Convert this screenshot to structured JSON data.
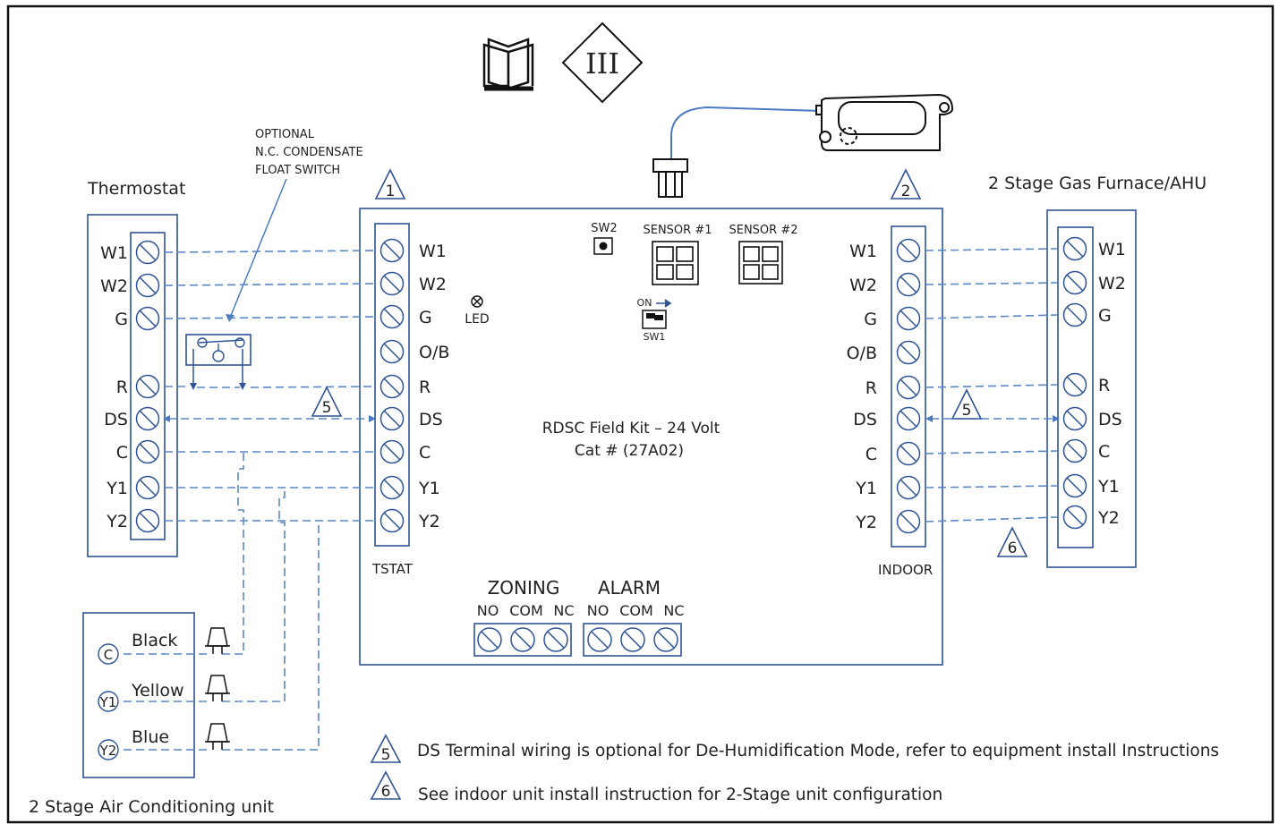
{
  "optional_switch": [
    "OPTIONAL",
    "N.C. CONDENSATE",
    "FLOAT SWITCH"
  ],
  "thermostat": {
    "title": "Thermostat",
    "terminals": [
      "W1",
      "W2",
      "G",
      "R",
      "DS",
      "C",
      "Y1",
      "Y2"
    ]
  },
  "tstat_block": {
    "label": "TSTAT",
    "terminals": [
      "W1",
      "W2",
      "G",
      "O/B",
      "R",
      "DS",
      "C",
      "Y1",
      "Y2"
    ]
  },
  "indoor_block": {
    "label": "INDOOR",
    "terminals": [
      "W1",
      "W2",
      "G",
      "O/B",
      "R",
      "DS",
      "C",
      "Y1",
      "Y2"
    ]
  },
  "furnace": {
    "title": "2 Stage Gas Furnace/AHU",
    "terminals": [
      "W1",
      "W2",
      "G",
      "R",
      "DS",
      "C",
      "Y1",
      "Y2"
    ]
  },
  "board": {
    "title_line1": "RDSC Field Kit – 24 Volt",
    "title_line2": "Cat # (27A02)",
    "sw2": "SW2",
    "sensor1": "SENSOR #1",
    "sensor2": "SENSOR #2",
    "led": "LED",
    "on": "ON",
    "sw1": "SW1"
  },
  "zoning": {
    "title": "ZONING",
    "contacts": [
      "NO",
      "COM",
      "NC"
    ]
  },
  "alarm": {
    "title": "ALARM",
    "contacts": [
      "NO",
      "COM",
      "NC"
    ]
  },
  "ac_unit": {
    "title": "2 Stage Air Conditioning unit",
    "connections": [
      {
        "terminal": "C",
        "wire": "Black"
      },
      {
        "terminal": "Y1",
        "wire": "Yellow"
      },
      {
        "terminal": "Y2",
        "wire": "Blue"
      }
    ]
  },
  "header_symbol": "III",
  "markers": {
    "m1": "1",
    "m2": "2",
    "m5": "5",
    "m6": "6"
  },
  "notes": [
    {
      "marker": "5",
      "text": "DS Terminal wiring is optional for De-Humidification Mode, refer to equipment install Instructions"
    },
    {
      "marker": "6",
      "text": "See indoor unit install instruction for 2-Stage unit configuration"
    }
  ],
  "colors": {
    "wire": "#5b86c5",
    "outline": "#2f5496",
    "text": "#222222"
  }
}
